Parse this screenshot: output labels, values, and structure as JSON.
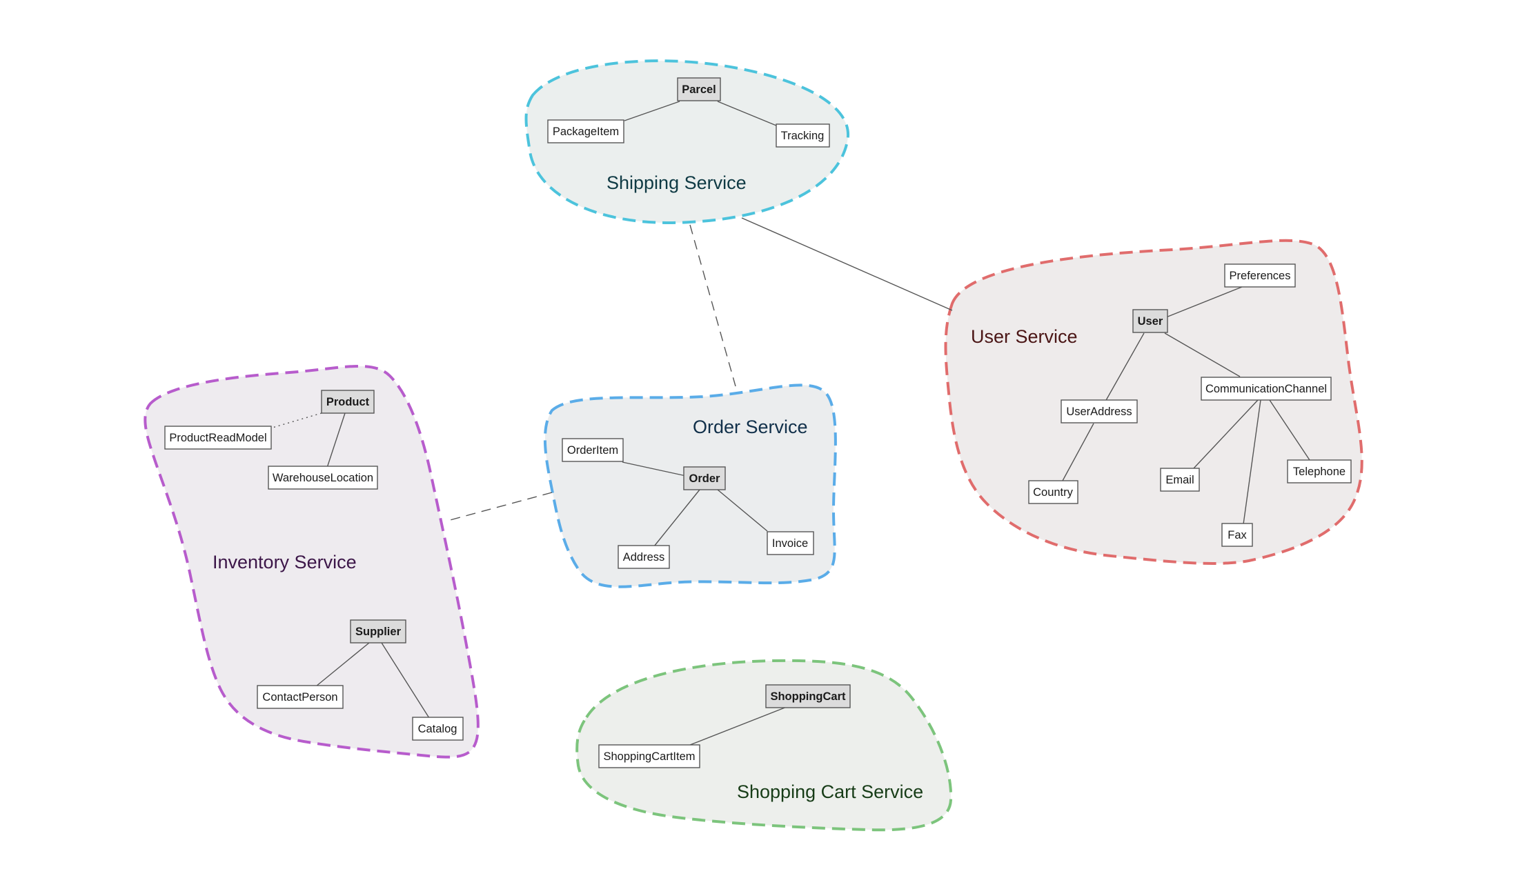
{
  "services": {
    "shipping": {
      "label": "Shipping Service",
      "stroke": "#4cc3dc",
      "text_color": "#0f3a44"
    },
    "user": {
      "label": "User Service",
      "stroke": "#e06c6c",
      "text_color": "#4a1515"
    },
    "order": {
      "label": "Order Service",
      "stroke": "#5aace8",
      "text_color": "#11304a"
    },
    "inventory": {
      "label": "Inventory Service",
      "stroke": "#b75ccc",
      "text_color": "#3c1648"
    },
    "cart": {
      "label": "Shopping Cart Service",
      "stroke": "#7cc47c",
      "text_color": "#173c17"
    }
  },
  "nodes": {
    "parcel": "Parcel",
    "package_item": "PackageItem",
    "tracking": "Tracking",
    "user": "User",
    "preferences": "Preferences",
    "user_address": "UserAddress",
    "communication_channel": "CommunicationChannel",
    "country": "Country",
    "email": "Email",
    "telephone": "Telephone",
    "fax": "Fax",
    "order": "Order",
    "order_item": "OrderItem",
    "address": "Address",
    "invoice": "Invoice",
    "product": "Product",
    "product_read_model": "ProductReadModel",
    "warehouse_location": "WarehouseLocation",
    "supplier": "Supplier",
    "contact_person": "ContactPerson",
    "catalog": "Catalog",
    "shopping_cart": "ShoppingCart",
    "shopping_cart_item": "ShoppingCartItem"
  },
  "colors": {
    "region_fill": "#e8e8e8",
    "root_fill": "#dcdcdc",
    "edge": "#555555"
  }
}
